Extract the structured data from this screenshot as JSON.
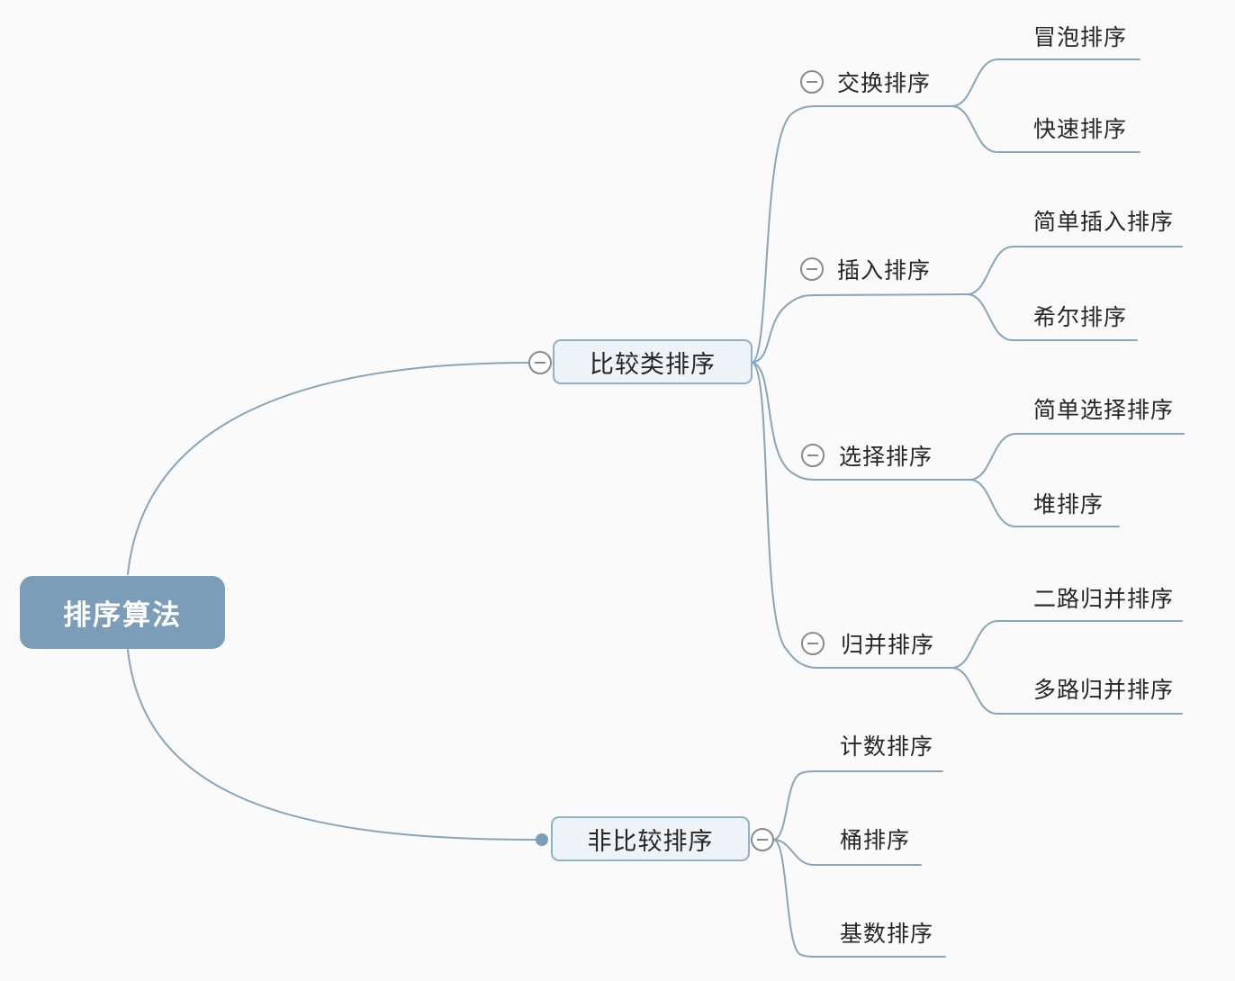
{
  "colors": {
    "background": "#fafafa",
    "connector_line": "#87a5bd",
    "root_fill": "#7c9db8",
    "root_text": "#ffffff",
    "branch_node_fill": "#eef3f8",
    "branch_node_border": "#8fb0c7",
    "text": "#262626",
    "collapse_icon": "#8a8a8a"
  },
  "icons": {
    "collapse": "minus-circle",
    "anchor": "filled-dot"
  },
  "root": {
    "label": "排序算法"
  },
  "branches": [
    {
      "label": "比较类排序",
      "children": [
        {
          "label": "交换排序",
          "children": [
            {
              "label": "冒泡排序"
            },
            {
              "label": "快速排序"
            }
          ]
        },
        {
          "label": "插入排序",
          "children": [
            {
              "label": "简单插入排序"
            },
            {
              "label": "希尔排序"
            }
          ]
        },
        {
          "label": "选择排序",
          "children": [
            {
              "label": "简单选择排序"
            },
            {
              "label": "堆排序"
            }
          ]
        },
        {
          "label": "归并排序",
          "children": [
            {
              "label": "二路归并排序"
            },
            {
              "label": "多路归并排序"
            }
          ]
        }
      ]
    },
    {
      "label": "非比较排序",
      "children": [
        {
          "label": "计数排序"
        },
        {
          "label": "桶排序"
        },
        {
          "label": "基数排序"
        }
      ]
    }
  ]
}
